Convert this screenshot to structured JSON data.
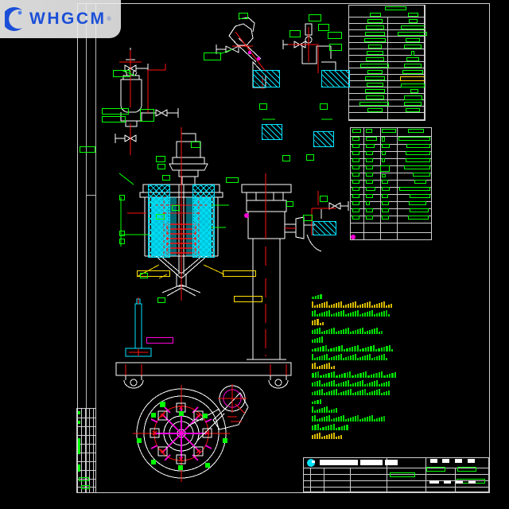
{
  "app": {
    "title": "WHGCM Glass Lined Reactor General Arrangement Drawing",
    "view": "CAD drawing sheet",
    "background_color": "#000000"
  },
  "watermark": {
    "brand": "WHGCM",
    "registered_mark": "®",
    "icon": "crescent-logo-icon",
    "color": "#1b4fd8",
    "plate_color": "#e8e8e8"
  },
  "palette": {
    "frame": "#cfcfcf",
    "geometry_white": "#ffffff",
    "text_green": "#00ff00",
    "text_yellow": "#ffe000",
    "centerline_red": "#ff1111",
    "jacket_cyan": "#00e5ff",
    "accent_magenta": "#ff00dd",
    "background": "#000000"
  },
  "sheet": {
    "border_label": "drawing-sheet-border",
    "left_margin_label": "left-binding-margin"
  },
  "revision_table": {
    "name": "left-margin-revision-table",
    "columns": 5,
    "rows": 9,
    "entries": [
      {
        "cells": [
          "",
          "",
          "",
          "",
          ""
        ]
      },
      {
        "cells": [
          "",
          "",
          "",
          "",
          ""
        ]
      },
      {
        "cells": [
          "",
          "",
          "",
          "",
          ""
        ]
      },
      {
        "cells": [
          "",
          "",
          "",
          "",
          ""
        ]
      },
      {
        "cells": [
          "",
          "",
          "",
          "",
          ""
        ]
      },
      {
        "cells": [
          "",
          "",
          "",
          "",
          ""
        ]
      },
      {
        "cells": [
          "",
          "",
          "",
          "",
          ""
        ]
      },
      {
        "cells": [
          "",
          "",
          "",
          "",
          ""
        ]
      },
      {
        "cells": [
          "",
          "",
          "",
          "",
          ""
        ]
      }
    ]
  },
  "nozzle_schedule": {
    "name": "nozzle-schedule-table",
    "position": "top-right",
    "column_count": 2,
    "row_count": 17,
    "header_row": true,
    "highlight_row_index": 10,
    "highlight_color": "#ffe000"
  },
  "parts_list": {
    "name": "bill-of-materials-table",
    "position": "mid-right",
    "column_count": 4,
    "row_count": 15,
    "filled_row_count": 12
  },
  "notes_block": {
    "name": "technical-notes-block",
    "position": "lower-right",
    "line_count": 17,
    "lines": [
      {
        "style": "green",
        "len": 4
      },
      {
        "style": "yellow",
        "len": 34
      },
      {
        "style": "green",
        "len": 33
      },
      {
        "style": "yellow",
        "len": 5
      },
      {
        "style": "green",
        "len": 30
      },
      {
        "style": "green",
        "len": 5
      },
      {
        "style": "green",
        "len": 31
      },
      {
        "style": "green",
        "len": 32
      },
      {
        "style": "yellow",
        "len": 10
      },
      {
        "style": "green",
        "len": 32
      },
      {
        "style": "green",
        "len": 33
      },
      {
        "style": "green",
        "len": 33
      },
      {
        "style": "green",
        "len": 4
      },
      {
        "style": "green",
        "len": 11
      },
      {
        "style": "green",
        "len": 31
      },
      {
        "style": "green",
        "len": 14
      },
      {
        "style": "yellow",
        "len": 13
      }
    ]
  },
  "title_block": {
    "name": "drawing-title-block",
    "position": "bottom-right",
    "company_logo_icon": "cyan-disc-logo-icon",
    "company_name_field": "company-name-banner",
    "drawing_name_field": "drawing-name-cell",
    "approval_grid_rows": 4,
    "scale_field": "scale-cell",
    "sheet_field": "sheet-number-cell"
  },
  "drawing_items": [
    {
      "name": "agitator-drive-motor",
      "type": "assembly",
      "color": "#ffffff"
    },
    {
      "name": "reactor-vessel-body",
      "type": "assembly",
      "color": "#ffffff"
    },
    {
      "name": "jacket-wall",
      "type": "hatched-region",
      "color": "#00e5ff"
    },
    {
      "name": "internal-heating-coil",
      "type": "coil",
      "color": "#ff1111"
    },
    {
      "name": "support-column",
      "type": "assembly",
      "color": "#ffffff"
    },
    {
      "name": "base-beam-with-casters",
      "type": "assembly",
      "color": "#ffffff"
    },
    {
      "name": "bolt-circle-plan-view",
      "type": "plan-view",
      "color": "#ff00dd"
    },
    {
      "name": "valve-detail-upper-left",
      "type": "detail",
      "color": "#ffffff"
    },
    {
      "name": "nozzle-detail-top-center",
      "type": "detail",
      "color": "#ffffff"
    },
    {
      "name": "nozzle-detail-top-right",
      "type": "detail",
      "color": "#ffffff"
    },
    {
      "name": "thermowell-detail",
      "type": "detail",
      "color": "#00e5ff"
    },
    {
      "name": "discharge-valve-detail",
      "type": "detail",
      "color": "#ffffff"
    }
  ],
  "annotations": {
    "callout_boxes_green": 26,
    "callout_boxes_yellow": 3,
    "callout_boxes_magenta": 1,
    "centerlines_red": 6
  }
}
